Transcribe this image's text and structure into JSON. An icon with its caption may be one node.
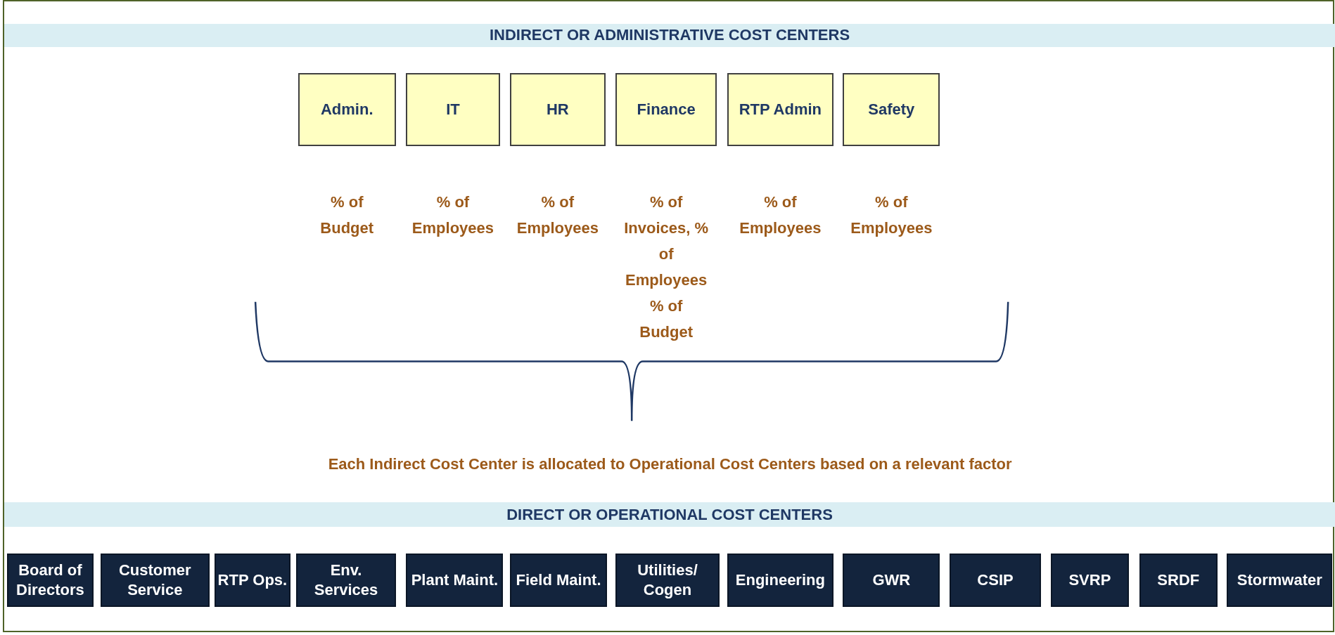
{
  "diagram": {
    "nodes": [
      {
        "text": [
          "INDIRECT OR ADMINISTRATIVE COST CENTERS"
        ]
      },
      {
        "text": [
          "Admin."
        ],
        "beside": [
          "% of Budget"
        ]
      },
      {
        "text": [
          "IT"
        ],
        "beside": [
          "% of Employees"
        ]
      },
      {
        "text": [
          "HR"
        ],
        "beside": [
          "% of Employees"
        ]
      },
      {
        "text": [
          "Finance"
        ],
        "beside": [
          "% of Invoices, % of Employees % of Budget"
        ]
      },
      {
        "text": [
          "RTP Admin"
        ],
        "beside": [
          "% of Employees"
        ]
      },
      {
        "text": [
          "Safety"
        ],
        "beside": [
          "% of Employees"
        ]
      },
      {
        "text": [
          "DIRECT OR OPERATIONAL COST CENTERS"
        ]
      },
      {
        "text": [
          "Board of Directors"
        ]
      },
      {
        "text": [
          "Customer Service"
        ]
      },
      {
        "text": [
          "RTP Ops."
        ]
      },
      {
        "text": [
          "Env. Services"
        ]
      },
      {
        "text": [
          "Plant Maint."
        ]
      },
      {
        "text": [
          "Field Maint."
        ]
      },
      {
        "text": [
          "Utilities/ Cogen"
        ]
      },
      {
        "text": [
          "Engineering"
        ]
      },
      {
        "text": [
          "GWR"
        ]
      },
      {
        "text": [
          "CSIP"
        ]
      },
      {
        "text": [
          "SVRP"
        ]
      },
      {
        "text": [
          "SRDF"
        ]
      },
      {
        "text": [
          "Stormwater"
        ]
      }
    ],
    "edges": [],
    "labels": [
      "Each Indirect Cost Center is allocated to Operational Cost Centers based on a relevant factor"
    ]
  }
}
